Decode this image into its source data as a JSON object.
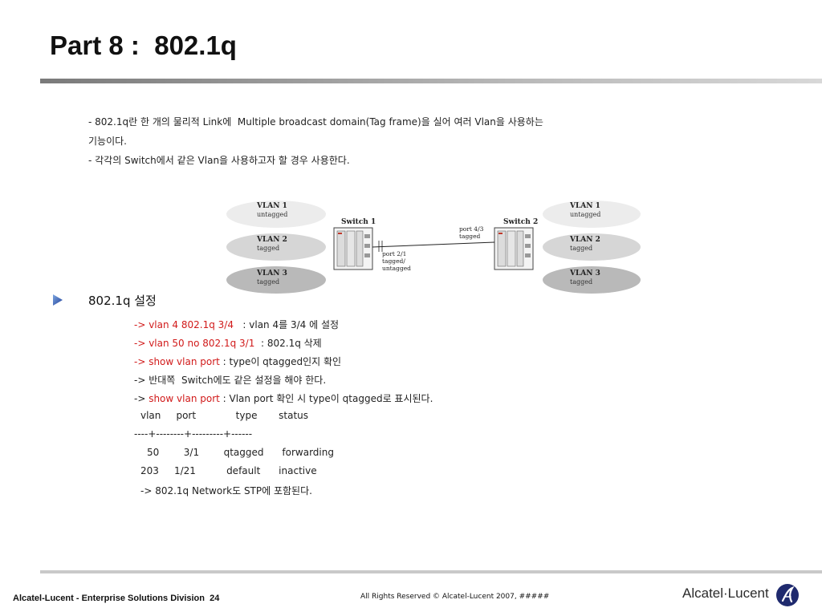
{
  "slide": {
    "title": "Part 8 :  802.1q"
  },
  "intro": {
    "line1": "- 802.1q란 한 개의 물리적 Link에  Multiple broadcast domain(Tag frame)을 실어 여러 Vlan을 사용하는",
    "line2": "기능이다.",
    "line3": "- 각각의 Switch에서 같은 Vlan을 사용하고자 할 경우 사용한다."
  },
  "diagram": {
    "switch1": {
      "name": "Switch 1"
    },
    "switch2": {
      "name": "Switch 2"
    },
    "left_vlans": [
      {
        "name": "VLAN 1",
        "mode": "untagged"
      },
      {
        "name": "VLAN 2",
        "mode": "tagged"
      },
      {
        "name": "VLAN 3",
        "mode": "tagged"
      }
    ],
    "right_vlans": [
      {
        "name": "VLAN 1",
        "mode": "untagged"
      },
      {
        "name": "VLAN 2",
        "mode": "tagged"
      },
      {
        "name": "VLAN 3",
        "mode": "tagged"
      }
    ],
    "port_label_s2": {
      "line1": "port 4/3",
      "line2": "tagged"
    },
    "port_label_s1": {
      "line1": "port 2/1",
      "line2": "tagged/",
      "line3": "untagged"
    },
    "colors": {
      "vlan1": "#e8e8e8",
      "vlan2": "#d6d6d6",
      "vlan3": "#b8b8b8"
    }
  },
  "section": {
    "heading": "802.1q 설정"
  },
  "commands": {
    "c1": {
      "cmd": "-> vlan 4 802.1q 3/4",
      "desc": "   : vlan 4를 3/4 에 설정"
    },
    "c2": {
      "cmd": "-> vlan 50 no 802.1q 3/1",
      "desc": "  : 802.1q 삭제"
    },
    "c3": {
      "cmd": "-> show vlan port",
      "desc": " : type이 qtagged인지 확인"
    },
    "c4": {
      "text": "-> 반대쪽  Switch에도 같은 설정을 해야 한다."
    },
    "c5": {
      "prefix": "-> ",
      "cmd": "show vlan port",
      "desc": " : Vlan port 확인 시 type이 qtagged로 표시된다."
    }
  },
  "port_table": {
    "header": "vlan     port             type       status",
    "separator": "----+--------+---------+------",
    "rows": [
      "50        3/1        qtagged      forwarding",
      "203     1/21          default      inactive"
    ],
    "note": "-> 802.1q Network도 STP에 포함된다."
  },
  "footer": {
    "left": "Alcatel-Lucent - Enterprise Solutions Division  24",
    "center": "All Rights Reserved © Alcatel-Lucent 2007, #####",
    "logo": "Alcatel·Lucent",
    "brand_color": "#1f2a6e"
  }
}
